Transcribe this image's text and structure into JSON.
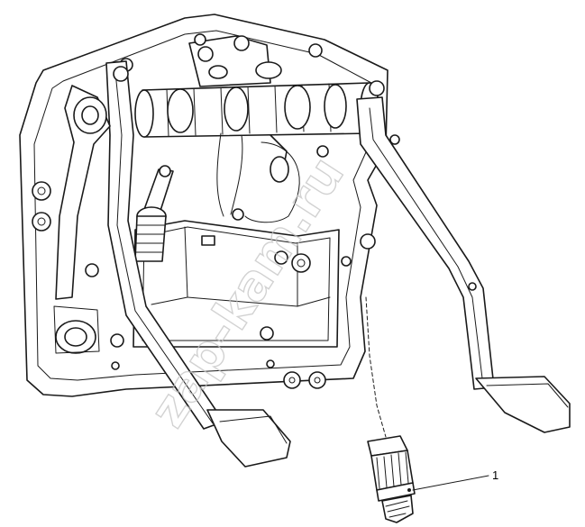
{
  "callouts": [
    {
      "number": "1",
      "part": "pedal-switch"
    }
  ],
  "watermark": "zap-kam.ru",
  "colors": {
    "line": "#1a1a1a",
    "background": "#ffffff",
    "watermark": "#c4c4c4"
  }
}
